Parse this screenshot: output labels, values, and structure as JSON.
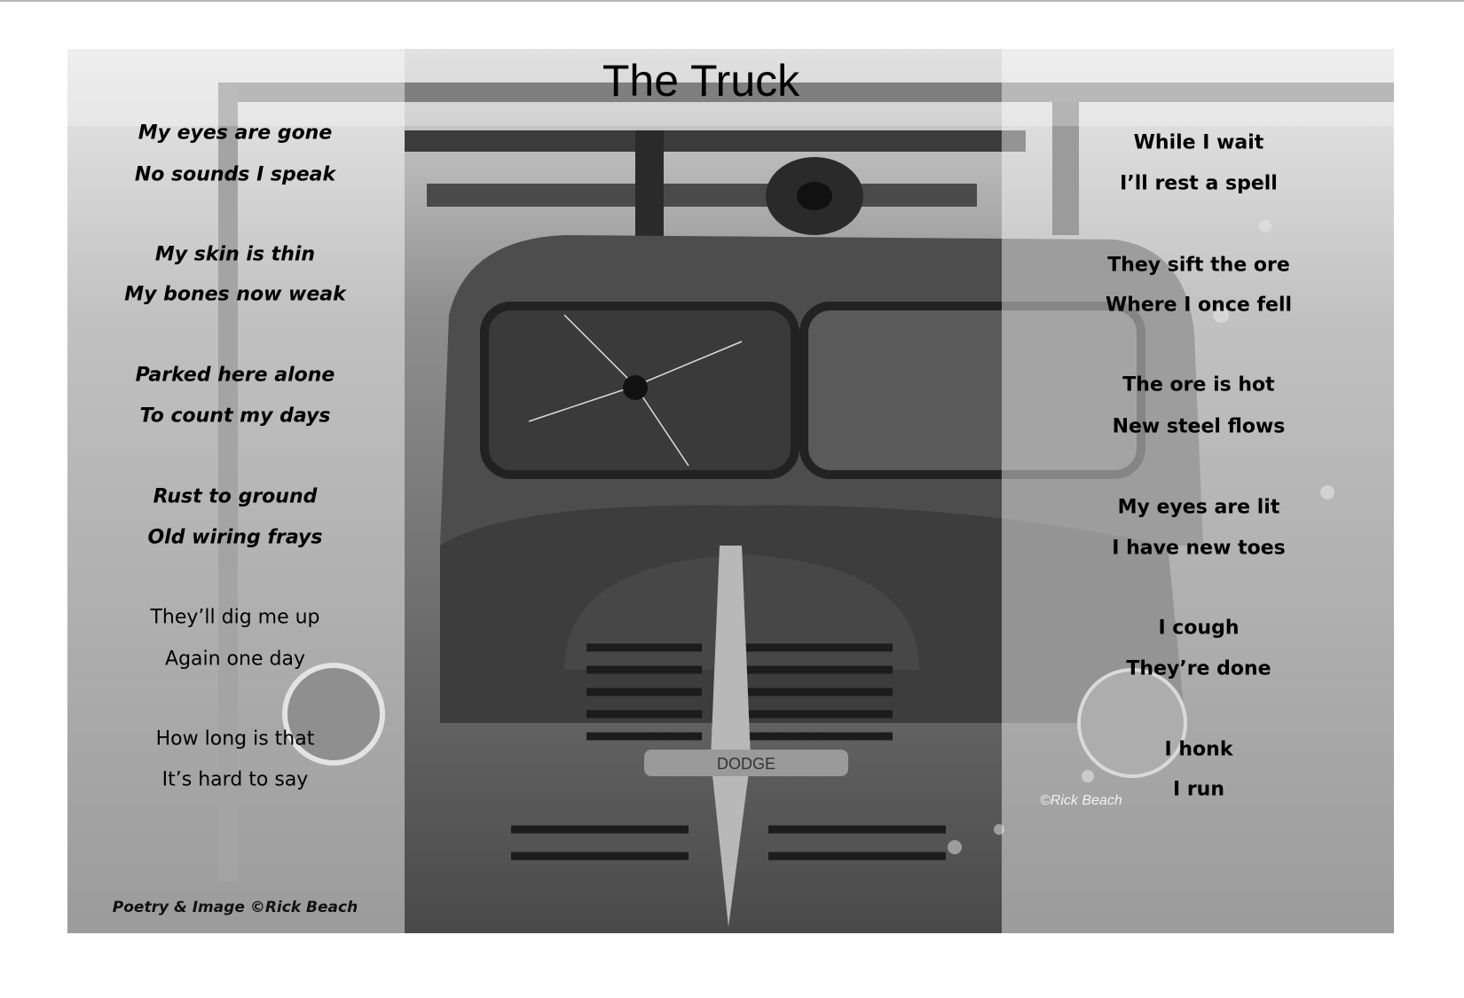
{
  "title": "The Truck",
  "left_stanzas": [
    "My eyes are gone",
    "No sounds I speak",
    "My skin is thin",
    "My bones now weak",
    "Parked here alone",
    "To count my days",
    "Rust to ground",
    "Old wiring frays",
    "They’ll dig me up",
    "Again one day",
    "How long is that",
    "It’s hard to say"
  ],
  "right_stanzas": [
    "While I wait",
    "I’ll rest a spell",
    "They sift the ore",
    "Where I once fell",
    "The ore is hot",
    "New steel flows",
    "My eyes are lit",
    "I have new toes",
    "I cough",
    "They’re done",
    "I honk",
    "I run"
  ],
  "watermark": "©Rick Beach",
  "credit": "Poetry & Image ©Rick Beach",
  "grille_badge": "DODGE"
}
